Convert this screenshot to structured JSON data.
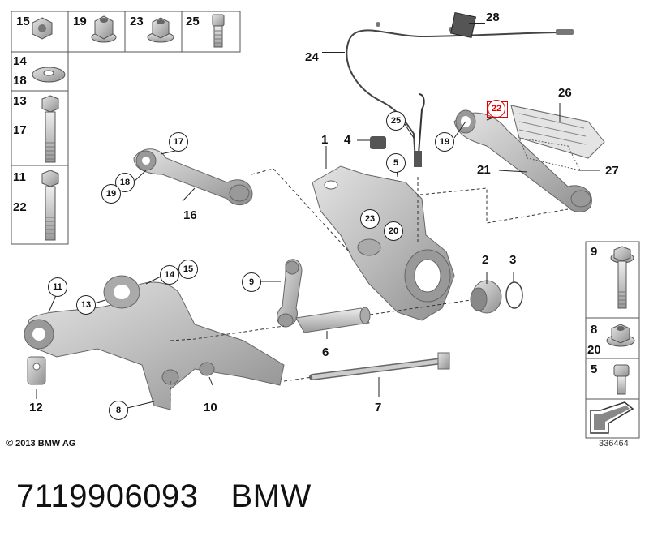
{
  "legend_top": {
    "cells": [
      {
        "label": "15",
        "part": "nut"
      },
      {
        "label": "19",
        "part": "collar-nut"
      },
      {
        "label": "23",
        "part": "collar-nut"
      },
      {
        "label": "25",
        "part": "bolt"
      }
    ]
  },
  "legend_left": {
    "cells": [
      {
        "labels": [
          "14",
          "18"
        ],
        "part": "washer"
      },
      {
        "labels": [
          "13",
          "17"
        ],
        "part": "hex-bolt"
      },
      {
        "labels": [
          "11",
          "22"
        ],
        "part": "hex-bolt"
      }
    ]
  },
  "legend_right": {
    "cells": [
      {
        "labels": [
          "9"
        ],
        "part": "bolt"
      },
      {
        "labels": [
          "8",
          "20"
        ],
        "part": "collar-nut"
      },
      {
        "labels": [
          "5"
        ],
        "part": "bolt"
      }
    ]
  },
  "callouts": {
    "n28": "28",
    "n24": "24",
    "n26": "26",
    "n22": "22",
    "n1": "1",
    "n4": "4",
    "n25": "25",
    "n5": "5",
    "n19a": "19",
    "n21": "21",
    "n27": "27",
    "n17": "17",
    "n18": "18",
    "n19b": "19",
    "n16": "16",
    "n23": "23",
    "n20": "20",
    "n2": "2",
    "n3": "3",
    "n9": "9",
    "n6": "6",
    "n11": "11",
    "n14": "14",
    "n15": "15",
    "n13": "13",
    "n12": "12",
    "n8": "8",
    "n10": "10",
    "n7": "7"
  },
  "footer": {
    "copyright": "© 2013 BMW AG",
    "diagram_id": "336464"
  },
  "part_number": "7119906093",
  "brand": "BMW",
  "colors": {
    "highlight": "#d00000",
    "part_fill": "#c8c8c8"
  }
}
